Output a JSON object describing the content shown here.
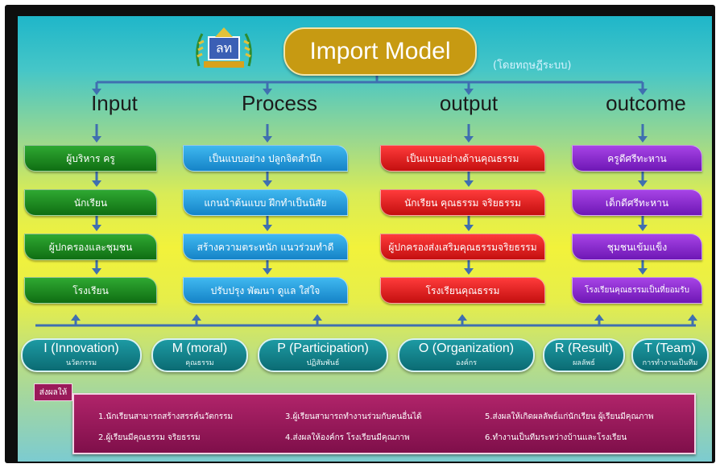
{
  "logo": {
    "text": "ลท"
  },
  "title": "Import Model",
  "subtitle": "(โดยทฤษฎีระบบ)",
  "columns": [
    {
      "heading": "Input",
      "items": [
        "ผู้บริหาร ครู",
        "นักเรียน",
        "ผู้ปกครองและชุมชน",
        "โรงเรียน"
      ]
    },
    {
      "heading": "Process",
      "items": [
        "เป็นแบบอย่าง ปลูกจิตสำนึก",
        "แกนนำต้นแบบ ฝึกทำเป็นนิสัย",
        "สร้างความตระหนัก แนวร่วมทำดี",
        "ปรับปรุง พัฒนา ดูแล ใส่ใจ"
      ]
    },
    {
      "heading": "output",
      "items": [
        "เป็นแบบอย่างด้านคุณธรรม",
        "นักเรียน คุณธรรม จริยธรรม",
        "ผู้ปกครองส่งเสริมคุณธรรมจริยธรรม",
        "โรงเรียนคุณธรรม"
      ]
    },
    {
      "heading": "outcome",
      "items": [
        "ครูดีศรีทะหาน",
        "เด็กดีศรีทะหาน",
        "ชุมชนเข้มแข็ง",
        "โรงเรียนคุณธรรมเป็นที่ยอมรับ"
      ]
    }
  ],
  "principles": [
    {
      "title": "I (Innovation)",
      "subtitle": "นวัตกรรม"
    },
    {
      "title": "M (moral)",
      "subtitle": "คุณธรรม"
    },
    {
      "title": "P (Participation)",
      "subtitle": "ปฏิสัมพันธ์"
    },
    {
      "title": "O (Organization)",
      "subtitle": "องค์กร"
    },
    {
      "title": "R (Result)",
      "subtitle": "ผลลัพธ์"
    },
    {
      "title": "T (Team)",
      "subtitle": "การทำงานเป็นทีม"
    }
  ],
  "results": {
    "label": "ส่งผลให้",
    "items": [
      "1.นักเรียนสามารถสร้างสรรค์นวัตกรรม",
      "2.ผู้เรียนมีคุณธรรม จริยธรรม",
      "3.ผู้เรียนสามารถทำงานร่วมกับคนอื่นได้",
      "4.ส่งผลให้องค์กร โรงเรียนมีคุณภาพ",
      "5.ส่งผลให้เกิดผลลัพธ์แก่นักเรียน ผู้เรียนมีคุณภาพ",
      "6.ทำงานเป็นทีมระหว่างบ้านและโรงเรียน"
    ]
  },
  "colors": {
    "input": "#1a8c1e",
    "process": "#2a9fe0",
    "output": "#e01f1f",
    "outcome": "#8a2ed0",
    "principle": "#137f88",
    "result": "#9a1a5a",
    "connector": "#3f6fb0"
  }
}
